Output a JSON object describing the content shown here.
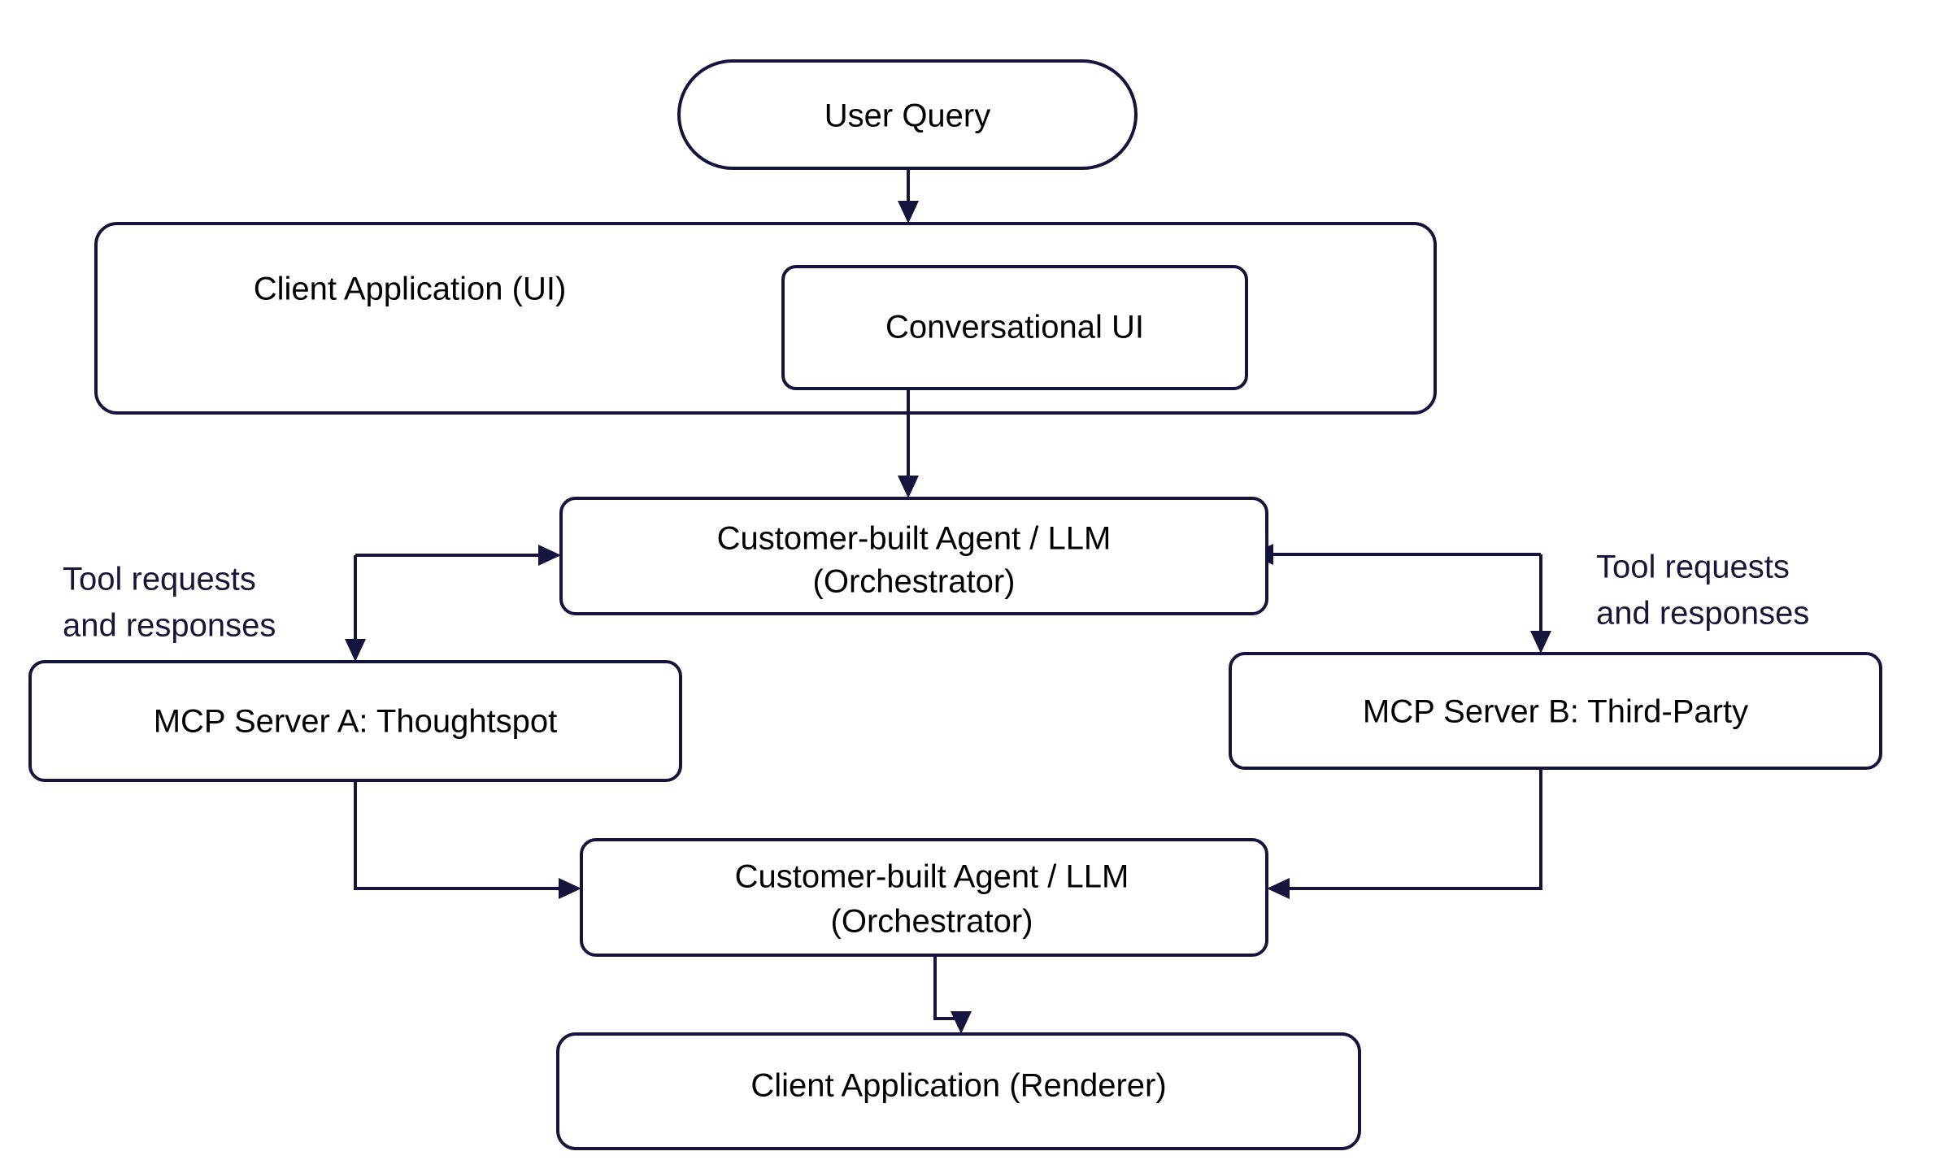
{
  "diagram": {
    "type": "flowchart",
    "direction": "top-down",
    "background_color": "#ffffff",
    "stroke_color": "#14143c",
    "node_fill": "#ffffff",
    "node_text_color": "#000000",
    "edge_label_color": "#16163a"
  },
  "nodes": {
    "user_query": {
      "label": "User Query",
      "shape": "stadium"
    },
    "conversational_ui": {
      "label": "Conversational UI",
      "shape": "rounded-rect"
    },
    "orchestrator_top": {
      "label_line1": "Customer-built Agent / LLM",
      "label_line2": "(Orchestrator)",
      "shape": "rounded-rect"
    },
    "mcp_server_a": {
      "label": "MCP Server A: Thoughtspot",
      "shape": "rounded-rect"
    },
    "mcp_server_b": {
      "label": "MCP Server B: Third-Party",
      "shape": "rounded-rect"
    },
    "orchestrator_bottom": {
      "label_line1": "Customer-built Agent / LLM",
      "label_line2": "(Orchestrator)",
      "shape": "rounded-rect"
    },
    "client_renderer": {
      "label": "Client Application (Renderer)",
      "shape": "rounded-rect"
    }
  },
  "clusters": {
    "client_app_ui": {
      "label": "Client Application (UI)"
    }
  },
  "edge_labels": {
    "left_tool_flow_line1": "Tool requests",
    "left_tool_flow_line2": "and responses",
    "right_tool_flow_line1": "Tool requests",
    "right_tool_flow_line2": "and responses"
  }
}
